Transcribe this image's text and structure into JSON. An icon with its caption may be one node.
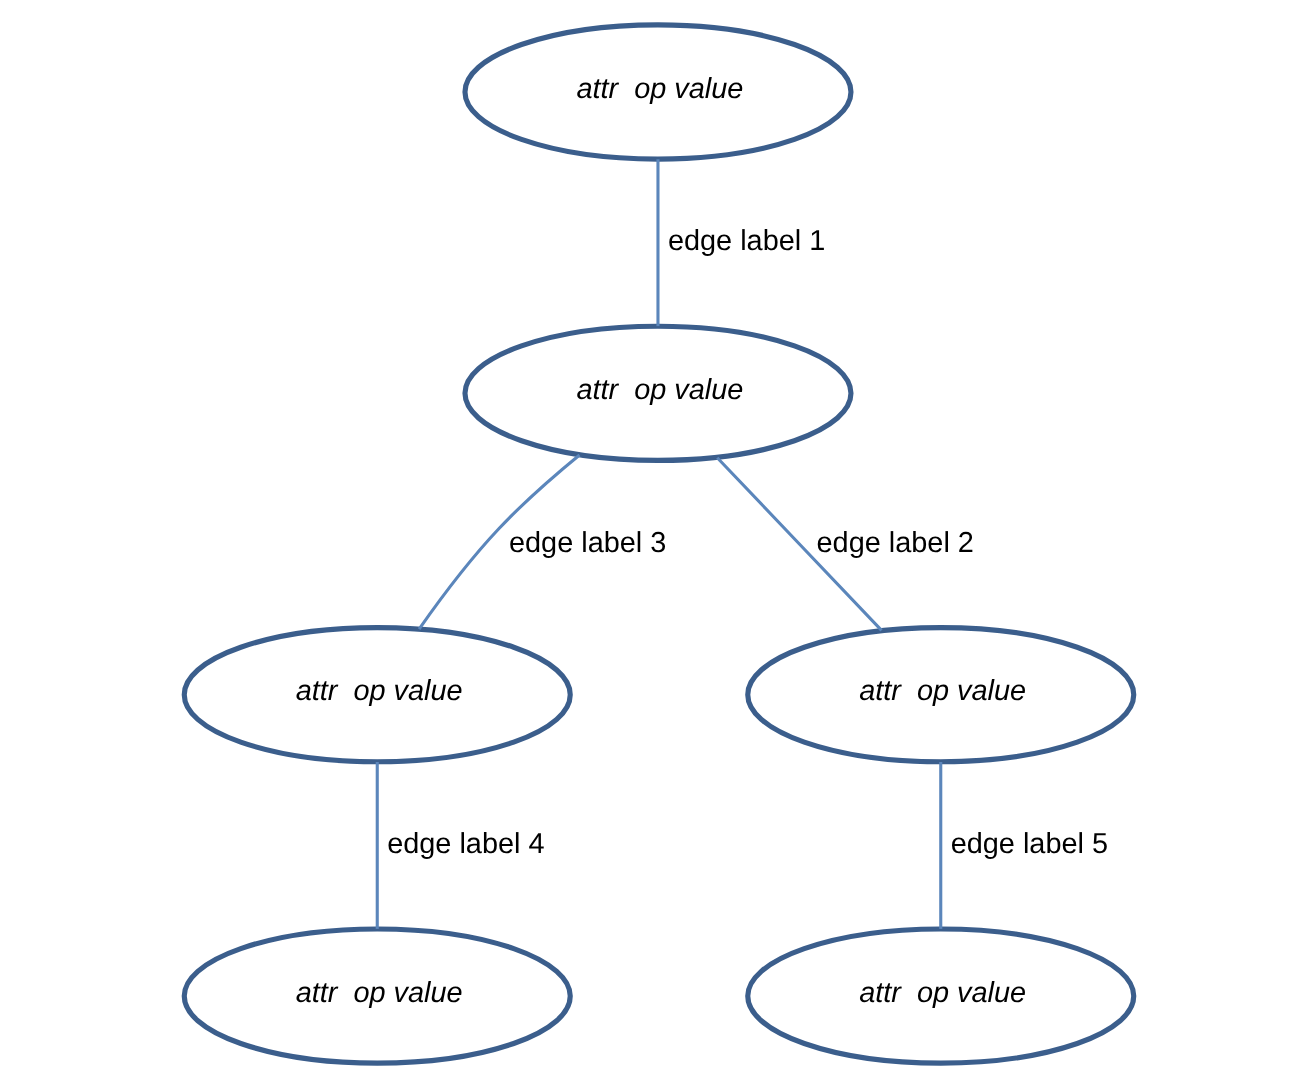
{
  "diagram": {
    "nodes": [
      {
        "text": [
          "attr  op value"
        ]
      },
      {
        "text": [
          "attr  op value"
        ]
      },
      {
        "text": [
          "attr  op value"
        ]
      },
      {
        "text": [
          "attr  op value"
        ]
      },
      {
        "text": [
          "attr  op value"
        ]
      },
      {
        "text": [
          "attr  op value"
        ]
      }
    ],
    "edges": [
      {
        "from": 0,
        "to": 1,
        "arrow": "none",
        "label": "edge label 1"
      },
      {
        "from": 1,
        "to": 2,
        "arrow": "none",
        "label": "edge label 3"
      },
      {
        "from": 1,
        "to": 3,
        "arrow": "none",
        "label": "edge label 2"
      },
      {
        "from": 2,
        "to": 4,
        "arrow": "none",
        "label": "edge label 4"
      },
      {
        "from": 3,
        "to": 5,
        "arrow": "none",
        "label": "edge label 5"
      }
    ]
  }
}
